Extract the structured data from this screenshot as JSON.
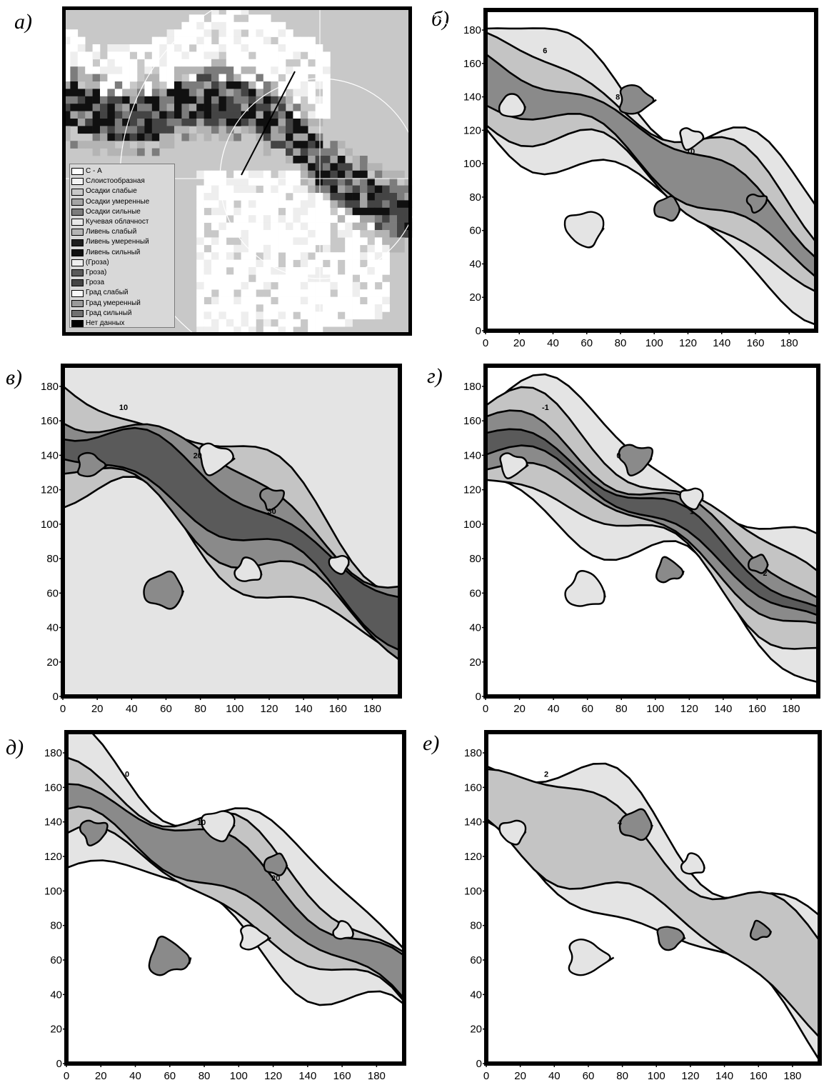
{
  "panels": [
    {
      "id": "a",
      "label": "а)"
    },
    {
      "id": "b",
      "label": "б)"
    },
    {
      "id": "v",
      "label": "в)"
    },
    {
      "id": "g",
      "label": "г)"
    },
    {
      "id": "d",
      "label": "д)"
    },
    {
      "id": "e",
      "label": "е)"
    }
  ],
  "legend": {
    "items": [
      {
        "text": "С - А",
        "color": "#ffffff"
      },
      {
        "text": "Слоистообразная",
        "color": "#f4f4f4"
      },
      {
        "text": "Осадки слабые",
        "color": "#c8c8c8"
      },
      {
        "text": "Осадки умеренные",
        "color": "#a4a4a4"
      },
      {
        "text": "Осадки сильные",
        "color": "#7c7c7c"
      },
      {
        "text": "Кучевая облачност",
        "color": "#e8e8e8"
      },
      {
        "text": "Ливень слабый",
        "color": "#b4b4b4"
      },
      {
        "text": "Ливень умеренный",
        "color": "#1e1e1e"
      },
      {
        "text": "Ливень сильный",
        "color": "#101010"
      },
      {
        "text": "(Гроза)",
        "color": "#eeeeee"
      },
      {
        "text": "Гроза)",
        "color": "#5a5a5a"
      },
      {
        "text": "Гроза",
        "color": "#444444"
      },
      {
        "text": "Град слабый",
        "color": "#f8f8f8"
      },
      {
        "text": "Град умеренный",
        "color": "#9a9a9a"
      },
      {
        "text": "Град сильный",
        "color": "#707070"
      },
      {
        "text": "Нет данных",
        "color": "#000000"
      }
    ]
  },
  "chart_data": [
    {
      "panel": "б",
      "type": "contour",
      "x_ticks": [
        0,
        20,
        40,
        60,
        80,
        100,
        120,
        140,
        160,
        180
      ],
      "y_ticks": [
        0,
        20,
        40,
        60,
        80,
        100,
        120,
        140,
        160,
        180
      ],
      "xlim": [
        0,
        196
      ],
      "ylim": [
        0,
        192
      ],
      "contour_levels": [
        "6",
        "8",
        "10"
      ]
    },
    {
      "panel": "в",
      "type": "contour",
      "x_ticks": [
        0,
        20,
        40,
        60,
        80,
        100,
        120,
        140,
        160,
        180
      ],
      "y_ticks": [
        0,
        20,
        40,
        60,
        80,
        100,
        120,
        140,
        160,
        180
      ],
      "xlim": [
        0,
        196
      ],
      "ylim": [
        0,
        192
      ],
      "contour_levels": [
        "10",
        "20",
        "30"
      ]
    },
    {
      "panel": "г",
      "type": "contour",
      "x_ticks": [
        0,
        20,
        40,
        60,
        80,
        100,
        120,
        140,
        160,
        180
      ],
      "y_ticks": [
        0,
        20,
        40,
        60,
        80,
        100,
        120,
        140,
        160,
        180
      ],
      "xlim": [
        0,
        196
      ],
      "ylim": [
        0,
        192
      ],
      "contour_levels": [
        "-1",
        "0",
        "1",
        "2"
      ]
    },
    {
      "panel": "д",
      "type": "contour",
      "x_ticks": [
        0,
        20,
        40,
        60,
        80,
        100,
        120,
        140,
        160,
        180
      ],
      "y_ticks": [
        0,
        20,
        40,
        60,
        80,
        100,
        120,
        140,
        160,
        180
      ],
      "xlim": [
        0,
        196
      ],
      "ylim": [
        0,
        192
      ],
      "contour_levels": [
        "0",
        "10",
        "20"
      ]
    },
    {
      "panel": "е",
      "type": "contour",
      "x_ticks": [
        0,
        20,
        40,
        60,
        80,
        100,
        120,
        140,
        160,
        180
      ],
      "y_ticks": [
        0,
        20,
        40,
        60,
        80,
        100,
        120,
        140,
        160,
        180
      ],
      "xlim": [
        0,
        196
      ],
      "ylim": [
        0,
        192
      ],
      "contour_levels": [
        "2",
        "4"
      ]
    }
  ]
}
